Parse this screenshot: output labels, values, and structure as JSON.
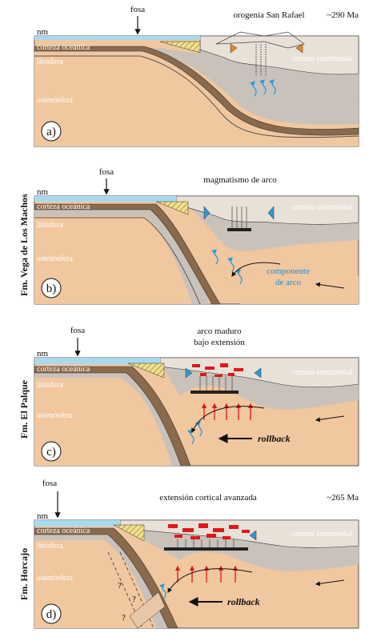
{
  "panels": [
    {
      "letter": "a)",
      "side_label": "",
      "title": "orogenia San Rafael",
      "age": "~290 Ma",
      "trench": "fosa",
      "sea_level": "nm",
      "oceanic_crust": "corteza oceánica",
      "lithosphere": "litósfera",
      "asthenosphere": "astenósfera",
      "continental_crust": "corteza continental"
    },
    {
      "letter": "b)",
      "side_label": "Fm. Vega de Los Machos",
      "title": "magmatismo de arco",
      "trench": "fosa",
      "sea_level": "nm",
      "oceanic_crust": "corteza oceánica",
      "lithosphere": "litósfera",
      "asthenosphere": "astenósfera",
      "continental_crust": "corteza continental",
      "arc_component_1": "componente",
      "arc_component_2": "de arco"
    },
    {
      "letter": "c)",
      "side_label": "Fm. El Palque",
      "title_1": "arco maduro",
      "title_2": "bajo extensión",
      "trench": "fosa",
      "sea_level": "nm",
      "oceanic_crust": "corteza oceánica",
      "lithosphere": "litósfera",
      "asthenosphere": "astenósfera",
      "continental_crust": "corteza continental",
      "rollback": "rollback"
    },
    {
      "letter": "d)",
      "side_label": "Fm. Horcajo",
      "title": "extensión cortical avanzada",
      "age": "~265 Ma",
      "trench": "fosa",
      "sea_level": "nm",
      "oceanic_crust": "corteza oceánica",
      "lithosphere": "litósfera",
      "asthenosphere": "astenósfera",
      "continental_crust": "corteza continental",
      "rollback": "rollback",
      "unknown_1": "?",
      "unknown_2": "?",
      "unknown_3": "?"
    }
  ],
  "colors": {
    "sea": "#a9d9ee",
    "oceanic_crust": "#8a6a4c",
    "lithosphere": "#c9c2bb",
    "asthenosphere": "#f1c79f",
    "continental_crust": "#e8e1d8",
    "accretionary_wedge": "#f0e08a",
    "magma_red": "#e01818",
    "flow_blue": "#2a9ad8"
  }
}
